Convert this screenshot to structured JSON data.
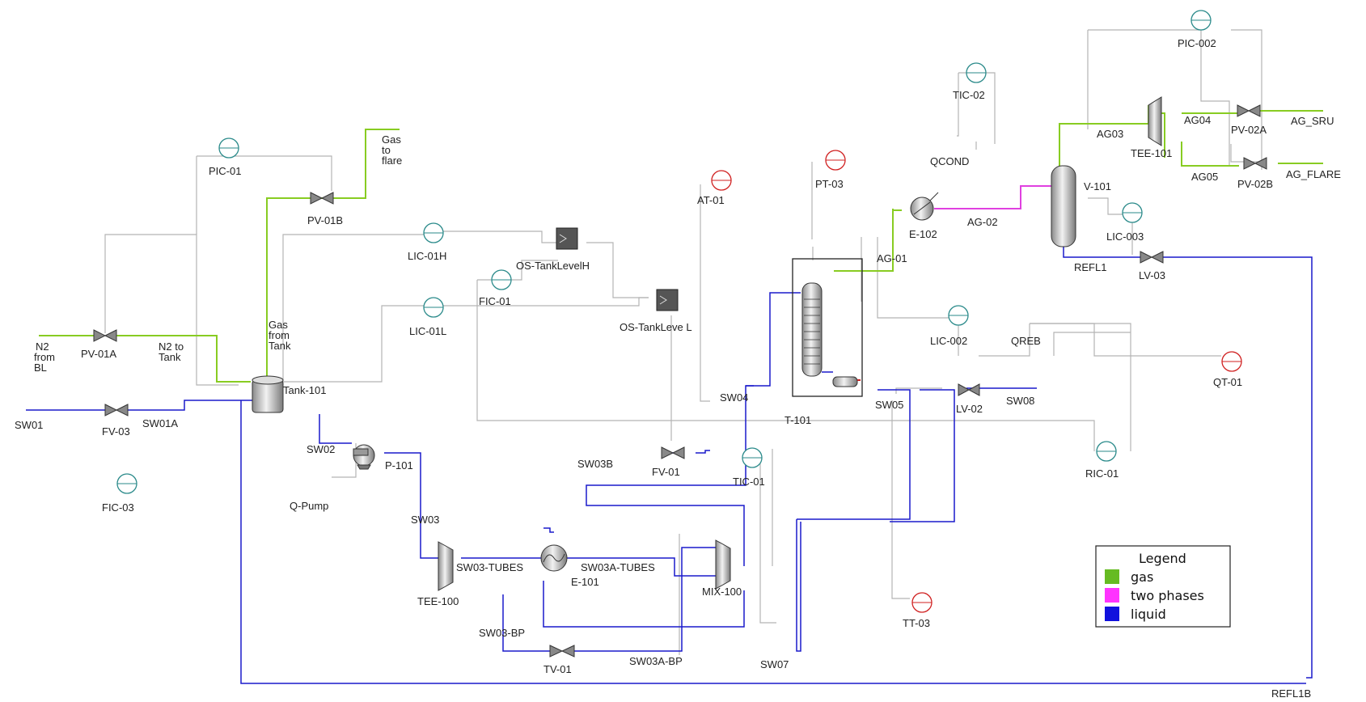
{
  "labels": {
    "pic_01": "PIC-01",
    "pv_01b": "PV-01B",
    "gas_to_flare": [
      "Gas",
      "to",
      "flare"
    ],
    "n2_from_bl": [
      "N2",
      "from",
      "BL"
    ],
    "pv_01a": "PV-01A",
    "n2_to_tank": [
      "N2 to",
      "Tank"
    ],
    "gas_from_tank": [
      "Gas",
      "from",
      "Tank"
    ],
    "tank_101": "Tank-101",
    "sw01": "SW01",
    "fv_03": "FV-03",
    "sw01a": "SW01A",
    "fic_03": "FIC-03",
    "sw02": "SW02",
    "p_101": "P-101",
    "q_pump": "Q-Pump",
    "sw03": "SW03",
    "tee_100": "TEE-100",
    "sw03_tubes": "SW03-TUBES",
    "e_101": "E-101",
    "sw03a_tubes": "SW03A-TUBES",
    "mix_100": "MIX-100",
    "sw03_bp": "SW03-BP",
    "tv_01": "TV-01",
    "sw03a_bp": "SW03A-BP",
    "sw07": "SW07",
    "lic_01h": "LIC-01H",
    "lic_01l": "LIC-01L",
    "fic_01": "FIC-01",
    "os_tanklevelh": "OS-TankLevelH",
    "os_tanklevell": "OS-TankLeve L",
    "at_01": "AT-01",
    "sw04": "SW04",
    "sw03b": "SW03B",
    "fv_01": "FV-01",
    "tic_01": "TIC-01",
    "t_101": "T-101",
    "sw05": "SW05",
    "tt_03": "TT-03",
    "pt_03": "PT-03",
    "ag_01": "AG-01",
    "e_102": "E-102",
    "tic_02": "TIC-02",
    "qcond": "QCOND",
    "ag_02": "AG-02",
    "lic_002": "LIC-002",
    "qreb": "QREB",
    "lv_02": "LV-02",
    "sw08": "SW08",
    "v_101": "V-101",
    "lic_003": "LIC-003",
    "refl1": "REFL1",
    "lv_03": "LV-03",
    "qt_01": "QT-01",
    "ric_01": "RIC-01",
    "pic_002": "PIC-002",
    "ag03": "AG03",
    "ag04": "AG04",
    "ag05": "AG05",
    "tee_101": "TEE-101",
    "pv_02a": "PV-02A",
    "pv_02b": "PV-02B",
    "ag_sru": "AG_SRU",
    "ag_flare": "AG_FLARE",
    "refl1b": "REFL1B"
  },
  "legend": {
    "title": "Legend",
    "items": [
      {
        "label": "gas",
        "color": "#66bb22"
      },
      {
        "label": "two phases",
        "color": "#ff33ff"
      },
      {
        "label": "liquid",
        "color": "#1111dd"
      }
    ]
  },
  "colors": {
    "gas": "#88cc22",
    "two_phase": "#e040e0",
    "liquid": "#1a1acc",
    "signal": "#b4b4b4",
    "controller": "#2a8a8a",
    "analyzer": "#d02020"
  }
}
